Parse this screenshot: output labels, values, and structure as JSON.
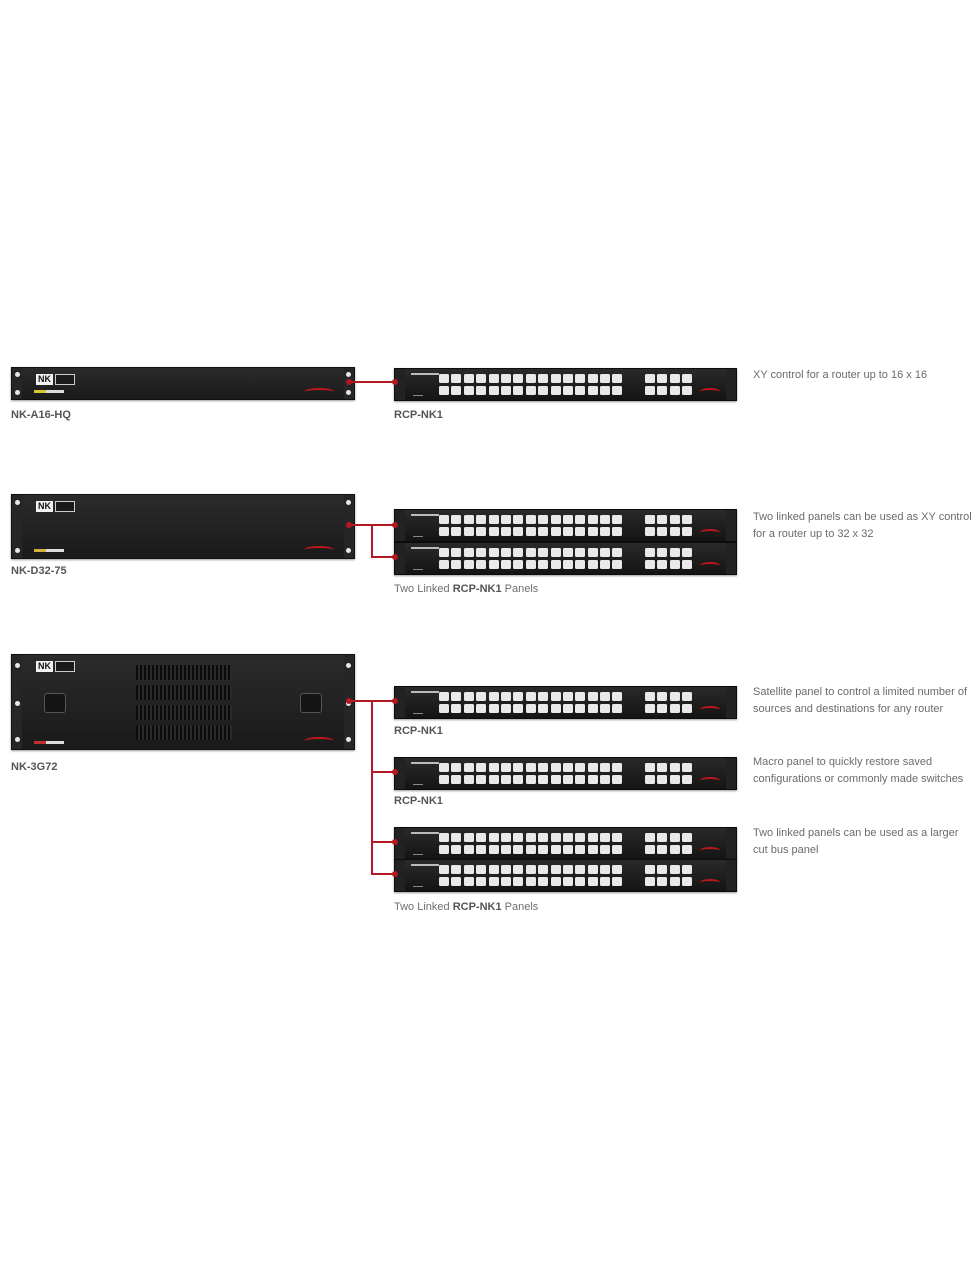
{
  "colors": {
    "wire": "#b11a22",
    "text": "#6b6b6b",
    "accent_red": "#c0161c"
  },
  "routers": [
    {
      "label": "NK-A16-HQ",
      "logo": "NK",
      "status_strip": "yellow"
    },
    {
      "label": "NK-D32-75",
      "logo": "NK",
      "status_strip": "yellow"
    },
    {
      "label": "NK-3G72",
      "logo": "NK",
      "status_strip": "red"
    }
  ],
  "panel_labels": {
    "row1": "RCP-NK1",
    "row2_prefix": "Two Linked ",
    "row2_bold": "RCP-NK1",
    "row2_suffix": " Panels",
    "row3a": "RCP-NK1",
    "row3b": "RCP-NK1",
    "row3c_prefix": "Two Linked ",
    "row3c_bold": "RCP-NK1",
    "row3c_suffix": " Panels"
  },
  "descriptions": {
    "d1": "XY control for a router up to 16 x 16",
    "d2": "Two linked panels can be used as XY control for a router up to 32 x 32",
    "d3": "Satellite panel to control a limited number of sources and destinations for any router",
    "d4": "Macro panel to quickly restore saved configurations or commonly made switches",
    "d5": "Two linked panels can be used as a larger cut bus panel"
  }
}
